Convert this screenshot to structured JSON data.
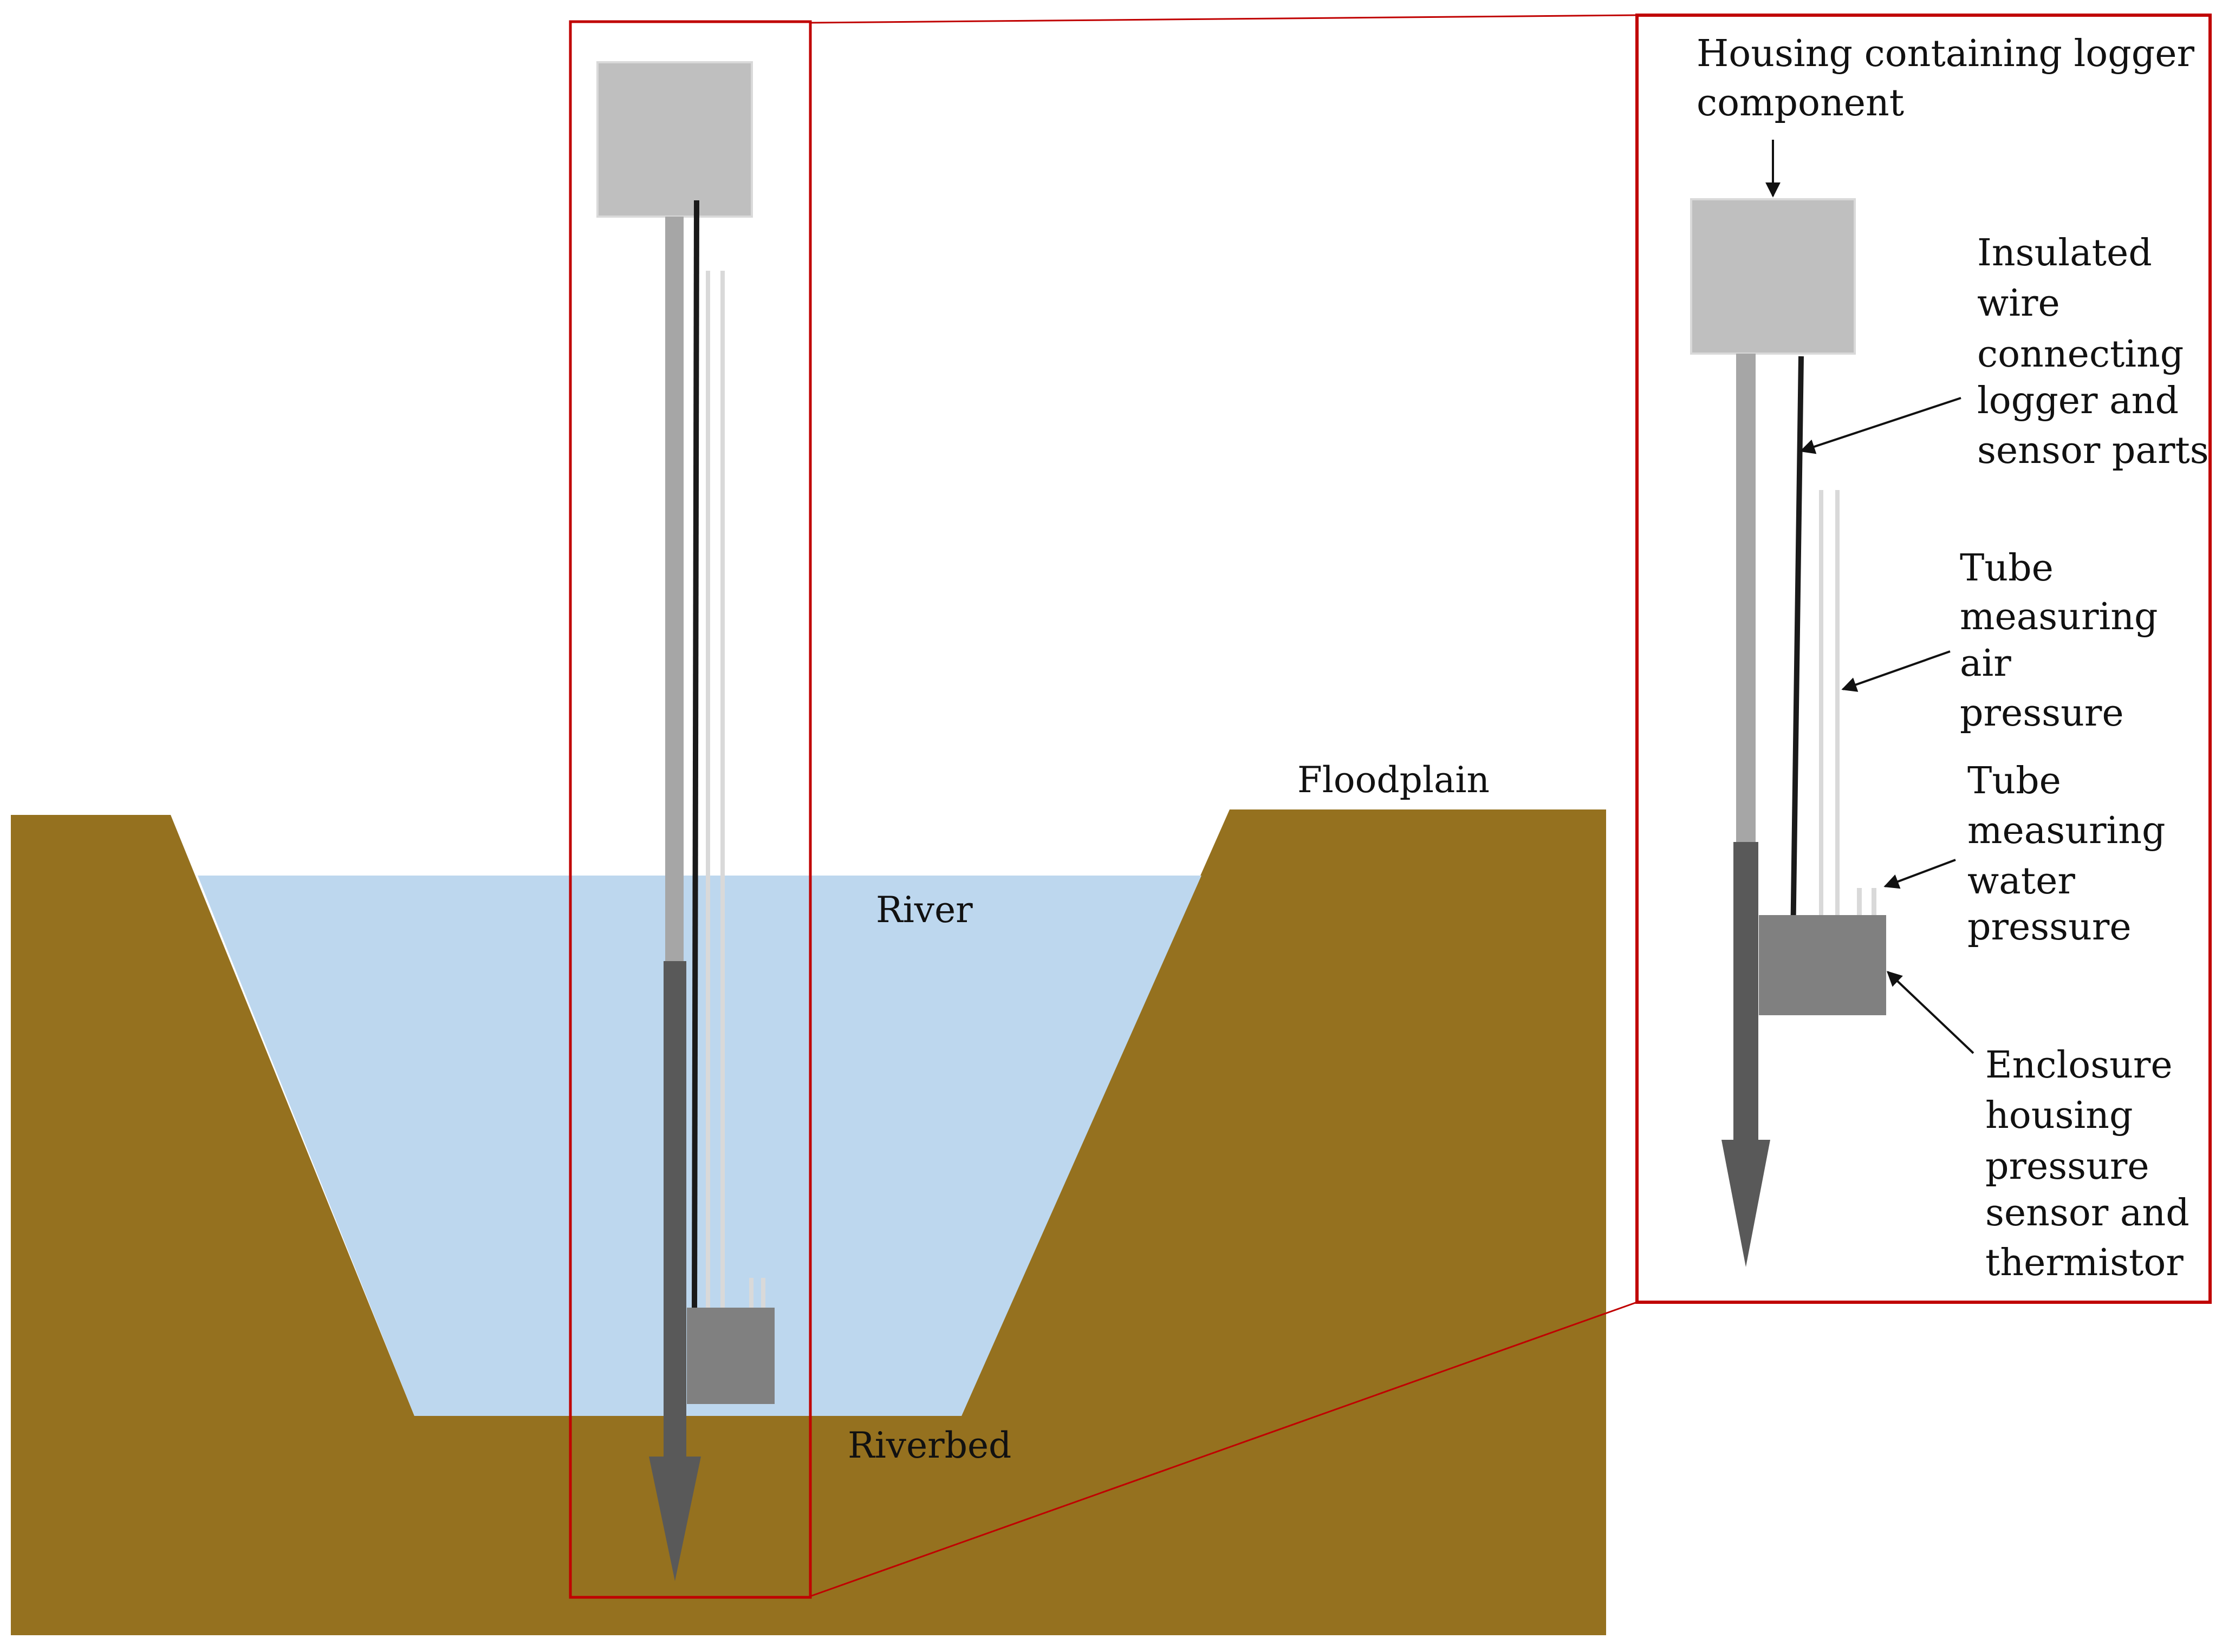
{
  "labels": {
    "floodplain": "Floodplain",
    "river": "River",
    "riverbed": "Riverbed",
    "housing": [
      "Housing containing logger",
      "component"
    ],
    "wire": [
      "Insulated",
      "wire",
      "connecting",
      "logger and",
      "sensor parts"
    ],
    "air_tube": [
      "Tube",
      "measuring",
      "air",
      "pressure"
    ],
    "water_tube": [
      "Tube",
      "measuring",
      "water",
      "pressure"
    ],
    "enclosure": [
      "Enclosure",
      "housing",
      "pressure",
      "sensor and",
      "thermistor"
    ]
  },
  "colors": {
    "soil": "#95711f",
    "water": "#bdd7ee",
    "housing": "#bfbfbf",
    "rod": "#a6a6a6",
    "stake": "#595959",
    "enclosure": "#808080",
    "wire": "#1a1a1a",
    "tube": "#d9d9d9",
    "callout": "#c00000"
  }
}
